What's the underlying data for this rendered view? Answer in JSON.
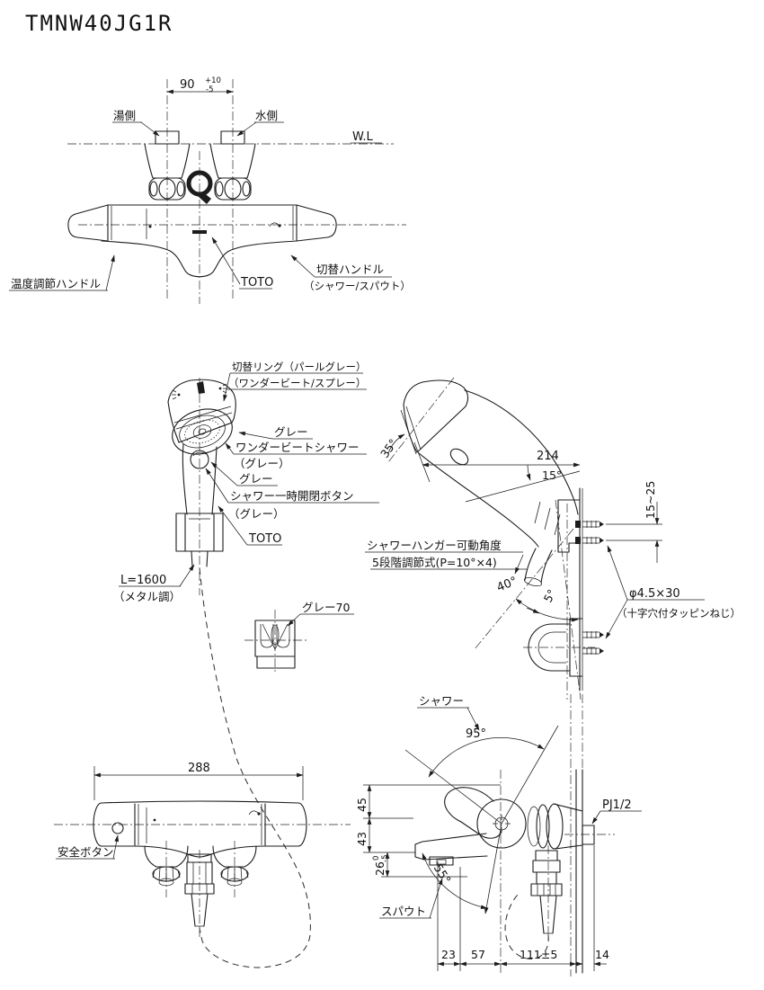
{
  "title": "TMNW40JG1R",
  "colors": {
    "line": "#1c1c1c",
    "background": "#ffffff"
  },
  "front_view": {
    "span_dim": "90",
    "span_tol_upper": "+10",
    "span_tol_lower": "-5",
    "hot_label": "湯側",
    "cold_label": "水側",
    "wall_line_label": "W.L",
    "temp_handle_label": "温度調節ハンドル",
    "brand_mark": "TOTO",
    "switch_handle_label": "切替ハンドル",
    "switch_handle_sub": "（シャワー/スパウト）"
  },
  "shower_head_front": {
    "switch_ring_label": "切替リング（パールグレー）",
    "switch_ring_sub": "（ワンダービート/スプレー）",
    "gray_label_1": "グレー",
    "wonder_beat_label": "ワンダービートシャワー",
    "wonder_beat_sub": "（グレー）",
    "gray_label_2": "グレー",
    "pause_button_label": "シャワー一時開閉ボタン",
    "pause_button_sub": "（グレー）",
    "brand_mark": "TOTO",
    "hose_length_label": "L=1600",
    "hose_finish_sub": "（メタル調）",
    "hook_holder_label": "グレー70"
  },
  "shower_head_side": {
    "head_angle": "35°",
    "reach_dim": "214",
    "hang_angle": "15°",
    "screw_depth_dim": "15~25",
    "hanger_note_1": "シャワーハンガー可動角度",
    "hanger_note_2": "5段階調節式(P=10°×4)",
    "swing_angle": "40°",
    "tilt_angle": "5°",
    "screw_spec": "φ4.5×30",
    "screw_spec_sub": "（十字穴付タッピンねじ）"
  },
  "valve_front_view": {
    "width_dim": "288",
    "safety_button_label": "安全ボタン"
  },
  "valve_side_view": {
    "shower_label": "シャワー",
    "shower_angle": "95°",
    "dim_45": "45",
    "dim_43": "43",
    "dim_26": "26",
    "dim_26_tol_upper": "0",
    "dim_26_tol_lower": "-5",
    "spout_angle": "55°",
    "connection_label": "PJ1/2",
    "spout_label": "スパウト",
    "dim_23": "23",
    "dim_57": "57",
    "dim_111": "111±5",
    "dim_14": "14"
  }
}
